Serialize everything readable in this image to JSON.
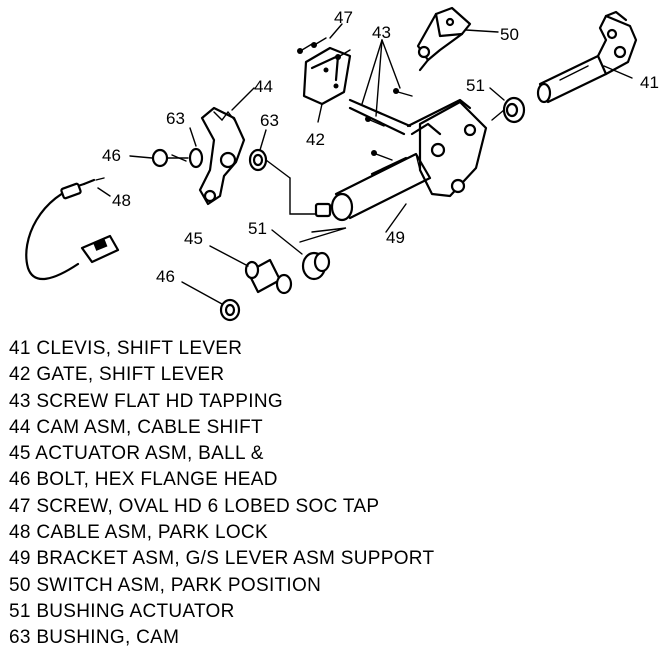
{
  "callouts": {
    "c41": "41",
    "c42": "42",
    "c43": "43",
    "c44": "44",
    "c45": "45",
    "c46a": "46",
    "c46b": "46",
    "c47": "47",
    "c48": "48",
    "c49": "49",
    "c50": "50",
    "c51a": "51",
    "c51b": "51",
    "c63a": "63",
    "c63b": "63"
  },
  "legend": [
    "41 CLEVIS, SHIFT LEVER",
    "42 GATE, SHIFT LEVER",
    "43 SCREW FLAT HD TAPPING",
    "44 CAM ASM, CABLE SHIFT",
    "45 ACTUATOR ASM, BALL &",
    "46 BOLT, HEX FLANGE HEAD",
    "47 SCREW, OVAL HD 6 LOBED SOC TAP",
    "48 CABLE ASM, PARK LOCK",
    "49 BRACKET ASM, G/S LEVER ASM SUPPORT",
    "50 SWITCH ASM, PARK POSITION",
    "51 BUSHING ACTUATOR",
    "63 BUSHING, CAM"
  ]
}
